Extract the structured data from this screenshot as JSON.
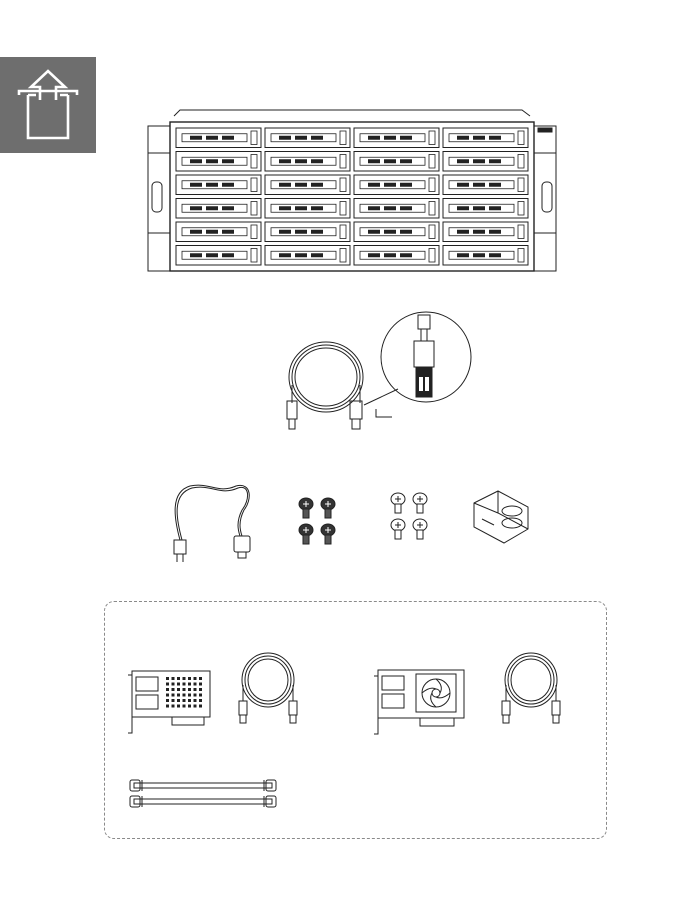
{
  "page": {
    "section_icon": "box-unpack-icon",
    "colors": {
      "badge_background": "#6e6e6e",
      "badge_icon": "#ffffff",
      "line_art": "#222222",
      "dashed_border": "#8a8a8a"
    }
  },
  "package_contents": {
    "main_unit": {
      "icon": "storage-enclosure-icon",
      "drive_bays": 24,
      "bay_columns": 4,
      "bay_rows": 6
    },
    "included_items": [
      {
        "icon": "sas-cable-icon",
        "detail_icon": "connector-zoom-icon"
      },
      {
        "icon": "power-cord-icon"
      },
      {
        "icon": "screw-black-icon",
        "quantity": 4
      },
      {
        "icon": "screw-silver-icon",
        "quantity": 4
      },
      {
        "icon": "cable-clip-bracket-icon"
      }
    ],
    "optional_items": [
      {
        "icon": "host-bus-adapter-card-icon"
      },
      {
        "icon": "sas-cable-icon"
      },
      {
        "icon": "host-bus-adapter-card-fan-icon"
      },
      {
        "icon": "sas-cable-icon"
      },
      {
        "icon": "rail-kit-icon",
        "quantity": 2
      }
    ]
  }
}
